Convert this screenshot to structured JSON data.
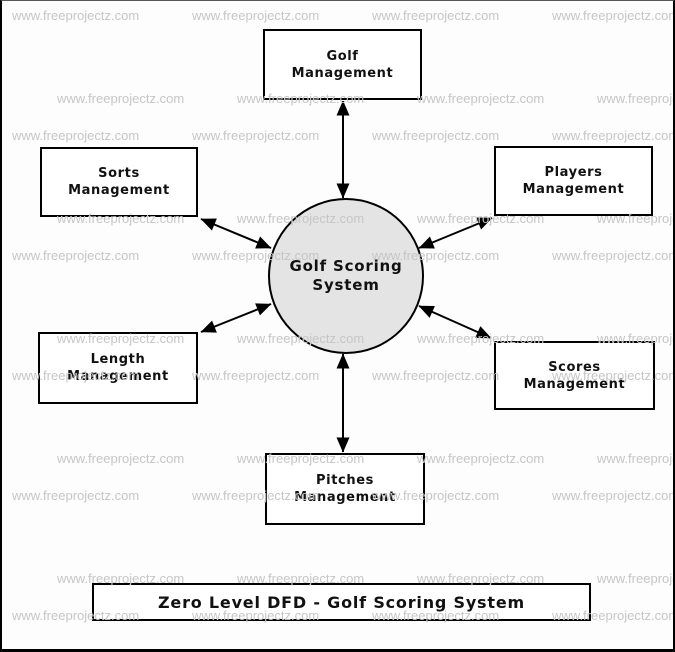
{
  "title_bar": {
    "label": "Zero Level DFD - Golf Scoring System"
  },
  "process": {
    "label": "Golf Scoring System"
  },
  "entities": [
    {
      "id": "golf",
      "label": "Golf Management",
      "position": "top"
    },
    {
      "id": "sorts",
      "label": "Sorts Management",
      "position": "upper-left"
    },
    {
      "id": "players",
      "label": "Players Management",
      "position": "upper-right"
    },
    {
      "id": "length",
      "label": "Length Management",
      "position": "lower-left"
    },
    {
      "id": "scores",
      "label": "Scores Management",
      "position": "lower-right"
    },
    {
      "id": "pitches",
      "label": "Pitches Management",
      "position": "bottom"
    }
  ],
  "connections": [
    {
      "from": "golf",
      "to": "process",
      "bidirectional": true
    },
    {
      "from": "sorts",
      "to": "process",
      "bidirectional": true
    },
    {
      "from": "players",
      "to": "process",
      "bidirectional": true
    },
    {
      "from": "length",
      "to": "process",
      "bidirectional": true
    },
    {
      "from": "scores",
      "to": "process",
      "bidirectional": true
    },
    {
      "from": "pitches",
      "to": "process",
      "bidirectional": true
    }
  ],
  "watermark": {
    "text": "www.freeprojectz.com"
  },
  "colors": {
    "circle-fill": "#e4e4e4",
    "line-color": "#000000",
    "watermark-color": "#c6c6c6"
  }
}
